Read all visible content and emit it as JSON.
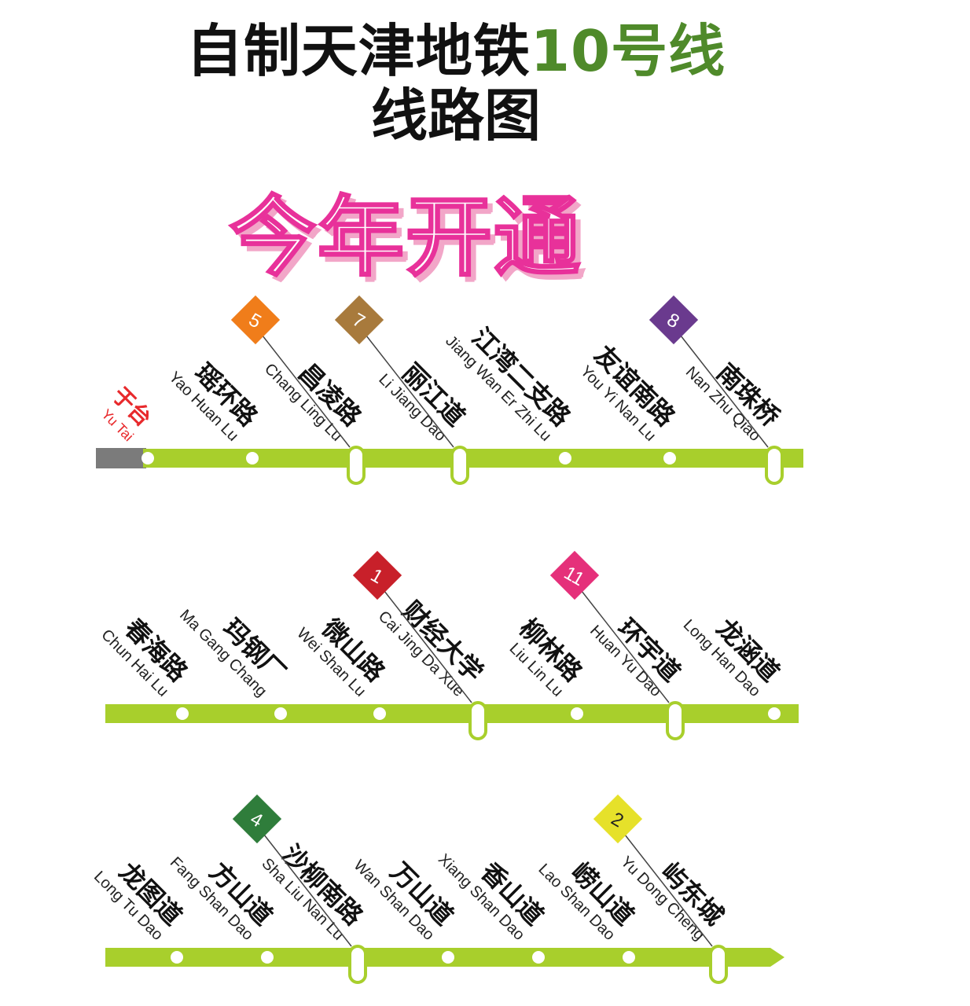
{
  "title": {
    "line1_prefix": "自制天津地铁",
    "line1_accent": "10号线",
    "line2": "线路图"
  },
  "banner": "今年开通",
  "colors": {
    "line10": "#a8cf2c",
    "terminal_gray": "#7b7b7b",
    "first_station_label": "#e8292c",
    "banner_pink": "#e8319a",
    "accent_green": "#4f8a2a"
  },
  "rows": [
    {
      "stations": [
        {
          "cn": "于台",
          "en": "Yu Tai",
          "terminus": true
        },
        {
          "cn": "瑶环路",
          "en": "Yao Huan Lu"
        },
        {
          "cn": "昌凌路",
          "en": "Chang Ling Lu",
          "transfer": {
            "line": "5",
            "color": "#f07d1a"
          }
        },
        {
          "cn": "丽江道",
          "en": "Li Jiang Dao",
          "transfer": {
            "line": "7",
            "color": "#a87a3c"
          }
        },
        {
          "cn": "江湾二支路",
          "en": "Jiang Wan Er Zhi Lu"
        },
        {
          "cn": "友谊南路",
          "en": "You Yi Nan Lu"
        },
        {
          "cn": "南珠桥",
          "en": "Nan Zhu Qiao",
          "transfer": {
            "line": "8",
            "color": "#6a3a8e"
          }
        }
      ]
    },
    {
      "stations": [
        {
          "cn": "春海路",
          "en": "Chun Hai Lu"
        },
        {
          "cn": "玛钢厂",
          "en": "Ma Gang Chang"
        },
        {
          "cn": "微山路",
          "en": "Wei Shan Lu"
        },
        {
          "cn": "财经大学",
          "en": "Cai Jing Da Xue",
          "transfer": {
            "line": "1",
            "color": "#c8202a"
          }
        },
        {
          "cn": "柳林路",
          "en": "Liu Lin Lu"
        },
        {
          "cn": "环宇道",
          "en": "Huan Yu Dao",
          "transfer": {
            "line": "11",
            "color": "#e5307a"
          }
        },
        {
          "cn": "龙涵道",
          "en": "Long Han Dao"
        }
      ]
    },
    {
      "stations": [
        {
          "cn": "龙图道",
          "en": "Long Tu Dao"
        },
        {
          "cn": "方山道",
          "en": "Fang Shan Dao"
        },
        {
          "cn": "沙柳南路",
          "en": "Sha Liu Nan Lu",
          "transfer": {
            "line": "4",
            "color": "#2f7d3b"
          }
        },
        {
          "cn": "万山道",
          "en": "Wan Shan Dao"
        },
        {
          "cn": "香山道",
          "en": "Xiang Shan Dao"
        },
        {
          "cn": "崂山道",
          "en": "Lao Shan Dao"
        },
        {
          "cn": "屿东城",
          "en": "Yu Dong Cheng",
          "transfer": {
            "line": "2",
            "color": "#e6e12a"
          }
        }
      ]
    }
  ]
}
